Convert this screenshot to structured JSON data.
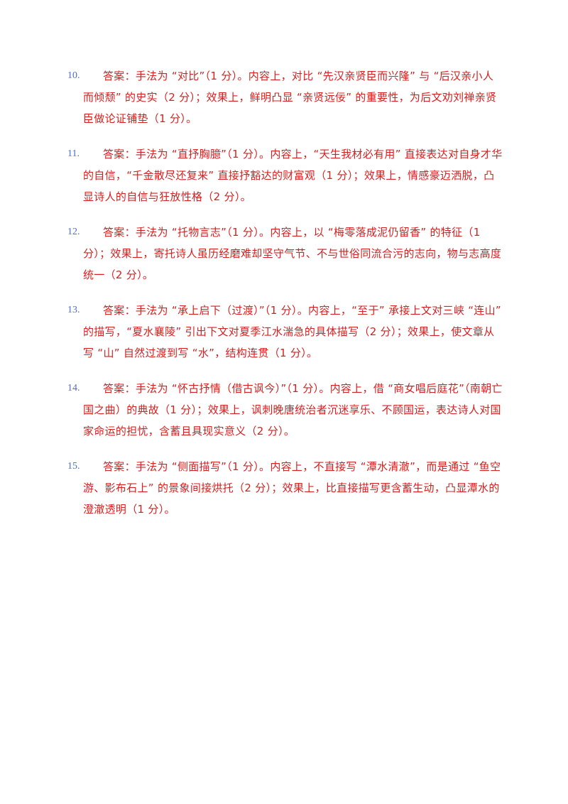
{
  "answers": [
    {
      "num": "10.",
      "text": "答案：手法为 “对比”（1 分）。内容上，对比 “先汉亲贤臣而兴隆” 与 “后汉亲小人而倾颓” 的史实（2 分）；效果上，鲜明凸显 “亲贤远佞” 的重要性，为后文劝刘禅亲贤臣做论证铺垫（1 分）。"
    },
    {
      "num": "11.",
      "text": "答案：手法为 “直抒胸臆”（1 分）。内容上，“天生我材必有用” 直接表达对自身才华的自信，“千金散尽还复来” 直接抒豁达的财富观（1 分）；效果上，情感豪迈洒脱，凸显诗人的自信与狂放性格（2 分）。"
    },
    {
      "num": "12.",
      "text": "答案：手法为 “托物言志”（1 分）。内容上，以 “梅零落成泥仍留香” 的特征（1 分）；效果上，寄托诗人虽历经磨难却坚守气节、不与世俗同流合污的志向，物与志高度统一（2 分）。"
    },
    {
      "num": "13.",
      "text": "答案：手法为 “承上启下（过渡）”（1 分）。内容上，“至于” 承接上文对三峡 “连山” 的描写，“夏水襄陵” 引出下文对夏季江水湍急的具体描写（2 分）；效果上，使文章从写 “山” 自然过渡到写 “水”，结构连贯（1 分）。"
    },
    {
      "num": "14.",
      "text": "答案：手法为 “怀古抒情（借古讽今）”（1 分）。内容上，借 “商女唱后庭花”（南朝亡国之曲）的典故（1 分）；效果上，讽刺晚唐统治者沉迷享乐、不顾国运，表达诗人对国家命运的担忧，含蓄且具现实意义（2 分）。"
    },
    {
      "num": "15.",
      "text": "答案：手法为 “侧面描写”（1 分）。内容上，不直接写 “潭水清澈”，而是通过 “鱼空游、影布石上” 的景象间接烘托（2 分）；效果上，比直接描写更含蓄生动，凸显潭水的澄澈透明（1 分）。"
    }
  ],
  "colors": {
    "number": "#4a6fd0",
    "text": "#d42020",
    "background": "#ffffff"
  }
}
